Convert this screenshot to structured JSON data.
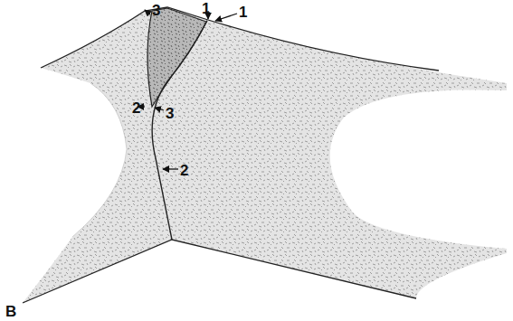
{
  "diagram": {
    "labels": [
      "3",
      "1",
      "1",
      "2",
      "3",
      "2",
      "B"
    ]
  }
}
